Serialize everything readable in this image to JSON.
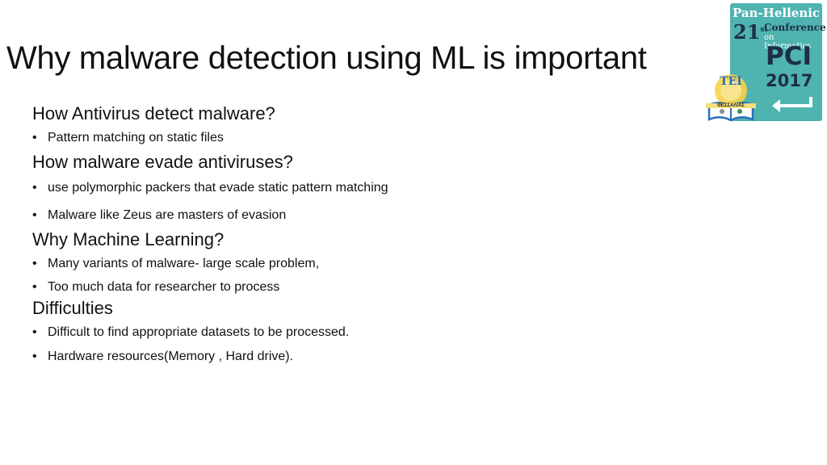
{
  "slide": {
    "title": "Why malware detection using ML is important"
  },
  "bullet_glyph": "•",
  "sections": [
    {
      "heading": "How Antivirus detect malware?",
      "bullets": [
        "Pattern matching on static files"
      ]
    },
    {
      "heading": "How malware evade antiviruses?",
      "bullets": [
        "use polymorphic packers that evade static pattern matching",
        "Malware like Zeus are masters of evasion"
      ]
    },
    {
      "heading": "Why Machine Learning?",
      "bullets": [
        "Many variants of malware- large scale problem,",
        "Too much data for researcher to process"
      ]
    },
    {
      "heading": "Difficulties",
      "bullets": [
        "Difficult to find appropriate datasets to be processed.",
        "Hardware resources(Memory , Hard drive)."
      ]
    }
  ],
  "logos": {
    "pci": {
      "line1": "Pan-Hellenic",
      "number": "21",
      "ordinal": "st",
      "conference": "Conference",
      "informatics": "on Informatics",
      "acronym": "PCI",
      "year": "2017",
      "background": "#4fb3b0"
    },
    "tei": {
      "text": "TEI",
      "subtitle": "ΘΕΣΣΑΛΙΑΣ"
    }
  }
}
